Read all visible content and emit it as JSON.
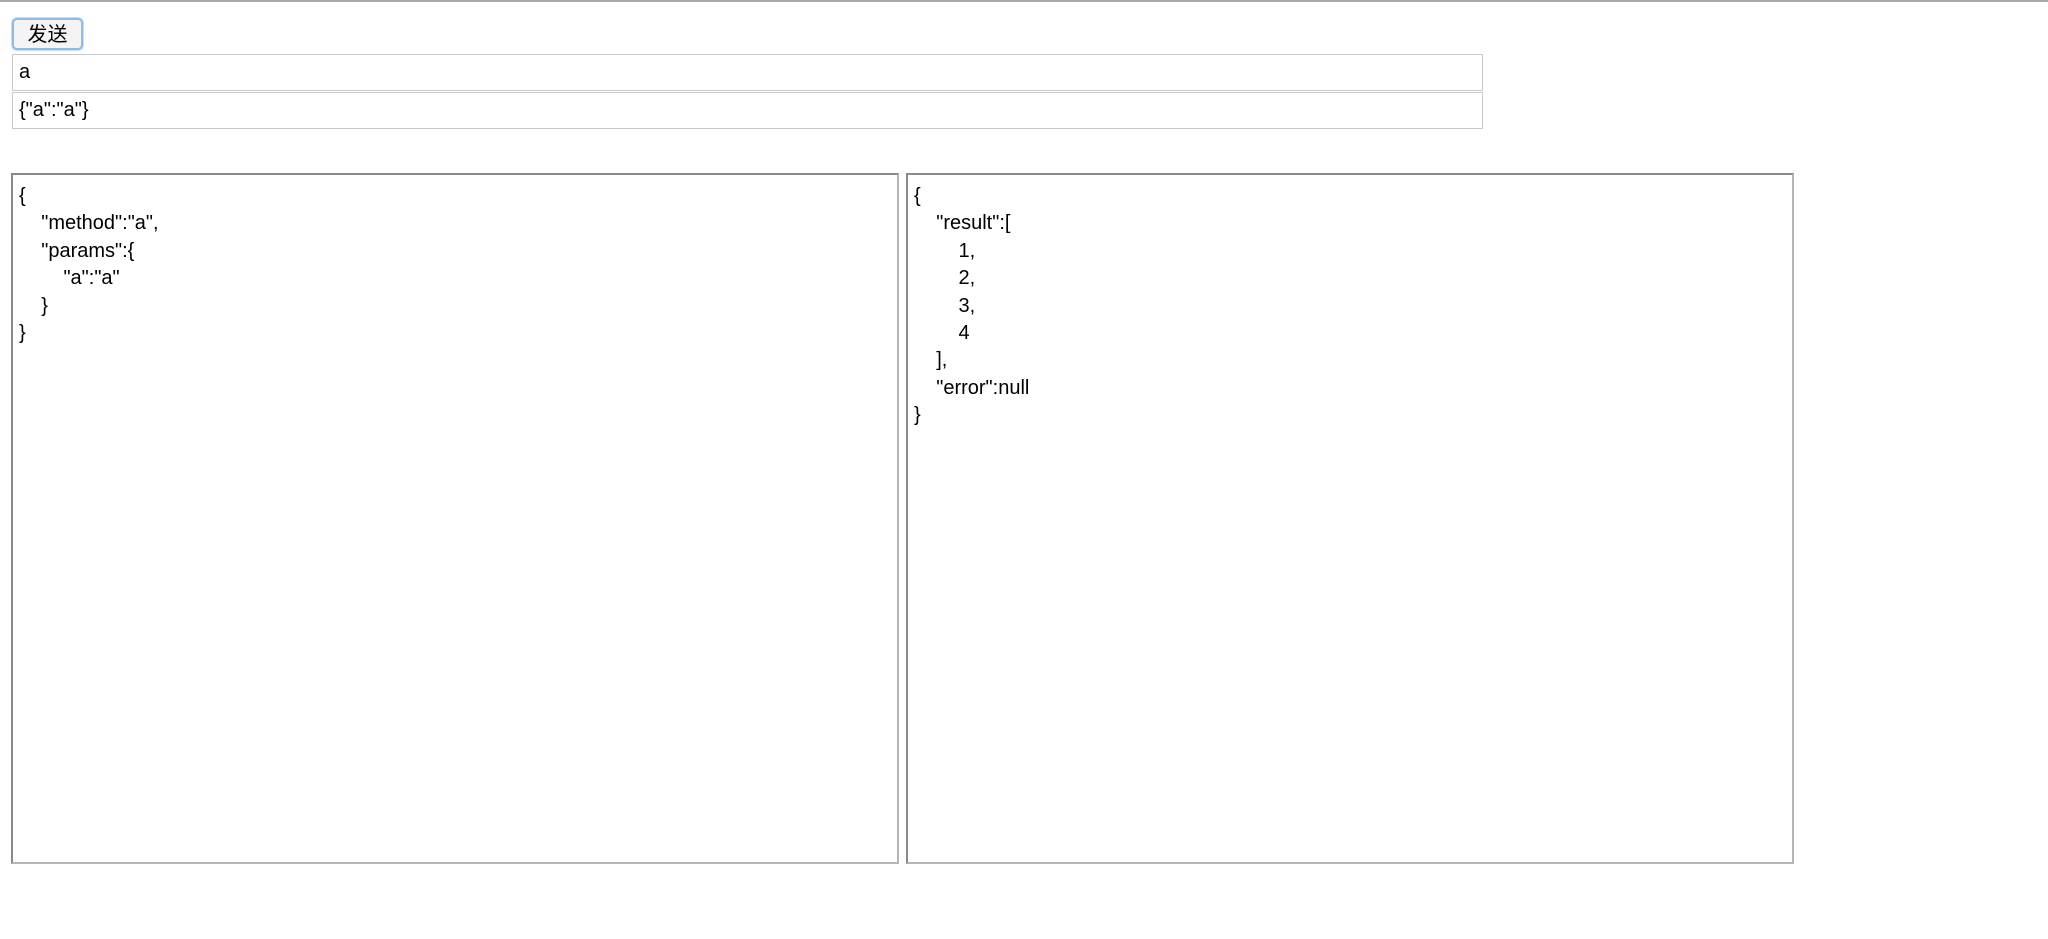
{
  "toolbar": {
    "send_label": "发送"
  },
  "form": {
    "method_value": "a",
    "params_value": "{\"a\":\"a\"}"
  },
  "request_panel": {
    "text": "{\n    \"method\":\"a\",\n    \"params\":{\n        \"a\":\"a\"\n    }\n}"
  },
  "response_panel": {
    "text": "{\n    \"result\":[\n        1,\n        2,\n        3,\n        4\n    ],\n    \"error\":null\n}"
  },
  "colors": {
    "button_focus_border": "#8fbbe6",
    "field_border": "#c9c9c9",
    "panel_border": "#8a8a8a"
  }
}
